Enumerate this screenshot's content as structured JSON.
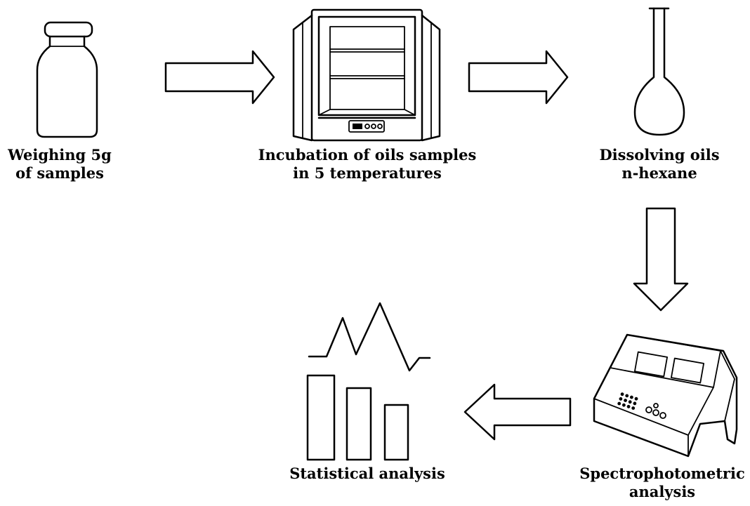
{
  "steps": [
    {
      "id": "weighing",
      "icon": "bottle-icon",
      "lines": [
        "Weighing 5g",
        "of samples"
      ]
    },
    {
      "id": "incubation",
      "icon": "incubator-icon",
      "lines": [
        "Incubation of oils samples",
        "in 5 temperatures"
      ]
    },
    {
      "id": "dissolving",
      "icon": "flask-icon",
      "lines": [
        "Dissolving oils",
        "n-hexane"
      ]
    },
    {
      "id": "spectro",
      "icon": "spectrophotometer-icon",
      "lines": [
        "Spectrophotometric",
        "analysis"
      ]
    },
    {
      "id": "stats",
      "icon": "statistics-chart-icon",
      "lines": [
        "Statistical analysis"
      ]
    }
  ],
  "arrows": [
    {
      "from": "weighing",
      "to": "incubation",
      "direction": "right"
    },
    {
      "from": "incubation",
      "to": "dissolving",
      "direction": "right"
    },
    {
      "from": "dissolving",
      "to": "spectro",
      "direction": "down"
    },
    {
      "from": "spectro",
      "to": "stats",
      "direction": "left"
    }
  ]
}
